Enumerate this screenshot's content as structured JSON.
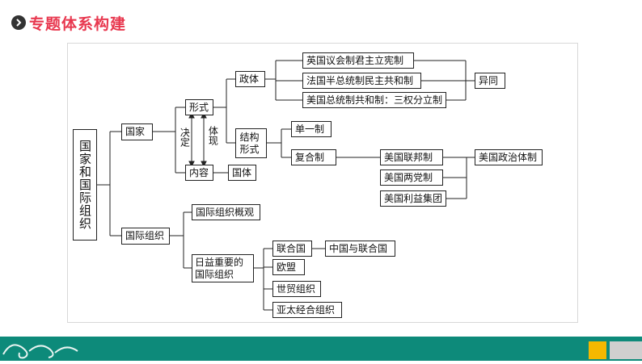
{
  "header": {
    "icon": "chevron-right-icon",
    "title": "专题体系构建"
  },
  "diagram": {
    "root": "国家和国际组织",
    "nodes": {
      "guojia": "国家",
      "xingshi": "形式",
      "neirong": "内容",
      "guoti": "国体",
      "jueding": "决定",
      "tixian": "体现",
      "zhengti": "政体",
      "jiegou": "结构形式",
      "uk": "英国议会制君主立宪制",
      "fr": "法国半总统制民主共和制",
      "us": "美国总统制共和制：三权分立制",
      "yitong": "异同",
      "danyi": "单一制",
      "fuhe": "复合制",
      "us_fed": "美国联邦制",
      "us_party": "美国两党制",
      "us_interest": "美国利益集团",
      "us_politics": "美国政治体制",
      "guoji": "国际组织",
      "gaiguan": "国际组织概观",
      "riyi": "日益重要的国际组织",
      "un": "联合国",
      "cn_un": "中国与联合国",
      "eu": "欧盟",
      "wto": "世贸组织",
      "apec": "亚太经合组织"
    }
  },
  "colors": {
    "title": "#e8384f",
    "footer_teal": "#0d8a7a",
    "footer_yellow": "#f5b800"
  }
}
